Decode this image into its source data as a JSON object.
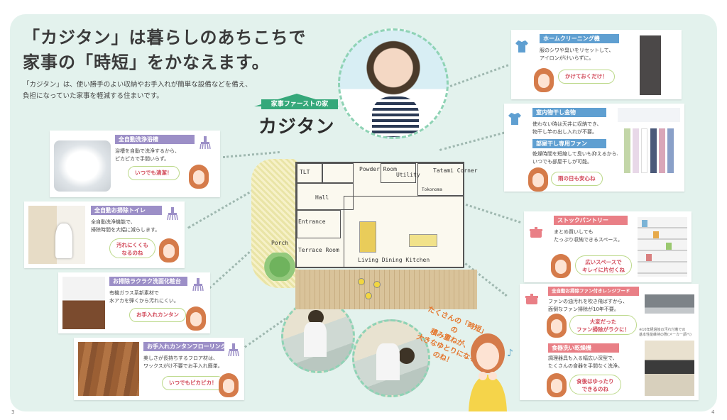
{
  "headline": {
    "line1": "「カジタン」は暮らしのあちこちで",
    "line2": "家事の「時短」をかなえます。"
  },
  "lede": {
    "line1": "「カジタン」は、使い勝手のよい収納やお手入れが簡単な設備などを備え、",
    "line2": "負担になっていた家事を軽減する住まいです。"
  },
  "logo": {
    "band": "家事ファーストの家",
    "name": "カジタン"
  },
  "floorplan": {
    "rooms": [
      "TLT",
      "Powder Room",
      "Utility",
      "Tatami Corner",
      "Tokonoma",
      "Hall",
      "Entrance",
      "Porch",
      "Terrace Room",
      "Living Dining Kitchen"
    ]
  },
  "cards": {
    "bath": {
      "title": "全自動洗浄浴槽",
      "desc1": "浴槽を自動で洗浄するから、",
      "desc2": "ピカピカで手間いらず。",
      "bubble": "いつでも清潔！"
    },
    "toilet": {
      "title": "全自動お掃除トイレ",
      "desc1": "全自動洗浄機能で、",
      "desc2": "掃除時間を大幅に減らします。",
      "bubble1": "汚れにくくも",
      "bubble2": "なるのね"
    },
    "vanity": {
      "title": "お掃除ラクラク洗面化粧台",
      "desc1": "有機ガラス系新素材で",
      "desc2": "水アカを弾くから汚れにくい。",
      "bubble": "お手入れカンタン"
    },
    "floor": {
      "title": "お手入れカンタンフローリング",
      "desc1": "美しさが長持ちするフロア材は、",
      "desc2": "ワックスがけ不要でお手入れ簡単。",
      "bubble": "いつでもピカピカ！"
    },
    "cleaner": {
      "title": "ホームクリーニング機",
      "desc1": "服のシワや臭いをリセットして、",
      "desc2": "アイロンがけいらずに。",
      "bubble": "かけておくだけ！"
    },
    "laundry": {
      "title": "室内物干し金物",
      "desc1": "使わない時は天井に収納でき、",
      "desc2": "物干し竿の出し入れが不要。",
      "title2": "部屋干し専用ファン",
      "desc3": "乾燥時間を短縮して臭いも抑えるから、",
      "desc4": "いつでも部屋干しが可能。",
      "bubble": "雨の日も安心ね"
    },
    "pantry": {
      "title": "ストックパントリー",
      "desc1": "まとめ買いしても",
      "desc2": "たっぷり収納できるスペース。",
      "bubble1": "広いスペースで",
      "bubble2": "キレイに片付くね"
    },
    "hood": {
      "title": "全自動お掃除ファン付きレンジフード",
      "desc1": "ファンの油汚れを吹き飛ばすから、",
      "desc2": "面倒なファン掃除が10年不要。",
      "bubble1": "大変だった",
      "bubble2": "ファン掃除がラクに！",
      "note1": "※10年経過後の汚れ付着での",
      "note2": "基本性能維持の際(メーカー調べ)"
    },
    "dish": {
      "title": "食器洗い乾燥機",
      "desc1": "調理器具も入る幅広い深型で、",
      "desc2": "たくさんの食器を手間なく洗浄。",
      "bubble1": "食後はゆったり",
      "bubble2": "できるのね"
    }
  },
  "quote": {
    "line1": "たくさんの「時短」の",
    "line2": "積み重ねが、",
    "line3": "大きなゆとりになるのね！"
  },
  "pages": {
    "left": "3",
    "right": "4"
  },
  "colors": {
    "background": "#e3f2ed",
    "accent_green": "#35a87a",
    "purple": "#9c8fc7",
    "blue": "#5f9fd1",
    "pink": "#e97f86"
  }
}
